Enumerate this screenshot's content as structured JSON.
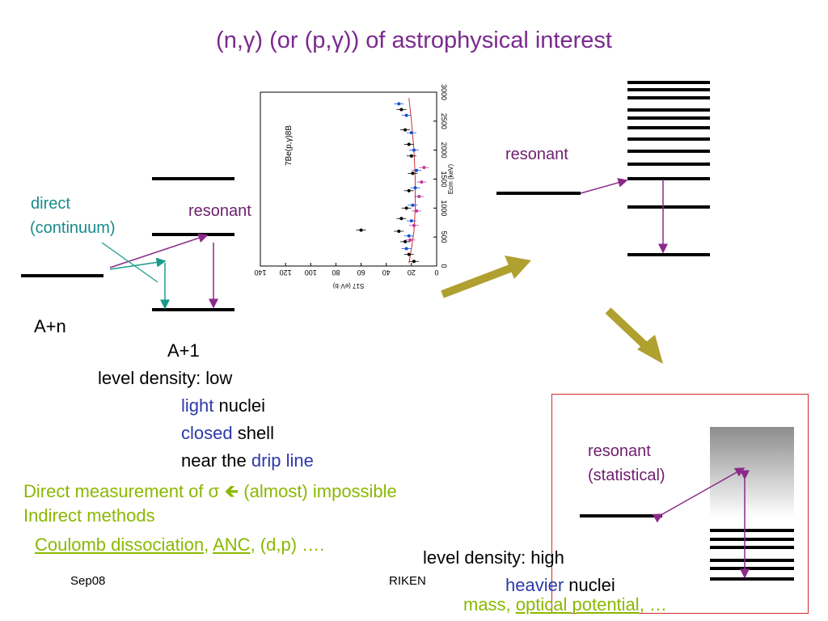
{
  "slide": {
    "title": "(n,γ) (or (p,γ)) of astrophysical interest",
    "left_diagram": {
      "direct_label_line1": "direct",
      "direct_label_line2": "(continuum)",
      "resonant_label": "resonant",
      "a_plus_n": "A+n",
      "a_plus_1": "A+1"
    },
    "light_case": {
      "level_density": "level density: low",
      "line_light_a": "light",
      "line_light_b": " nuclei",
      "line_closed_a": "closed",
      "line_closed_b": " shell",
      "line_drip_a": "near the ",
      "line_drip_b": "drip line"
    },
    "methods": {
      "direct_measurement": "Direct measurement of σ 🡸 (almost) impossible",
      "indirect": "Indirect methods",
      "coulomb": "Coulomb dissociation",
      "sep1": ", ",
      "anc": "ANC",
      "rest": ", (d,p)  …."
    },
    "right_diagram": {
      "resonant_top": "resonant",
      "resonant_box_line1": "resonant",
      "resonant_box_line2": "(statistical)"
    },
    "heavy_case": {
      "level_density": "level density: high",
      "heavier_a": "heavier",
      "heavier_b": " nuclei",
      "mass": "mass, ",
      "optical": "optical potential",
      "ellipsis": ", …"
    },
    "footer": {
      "date": "Sep08",
      "org": "RIKEN"
    }
  },
  "chart_data": {
    "type": "scatter",
    "title": "7Be(p,γ)8B",
    "xlabel": "S17 (eV·b)",
    "ylabel": "Ecm (keV)",
    "xlim": [
      0,
      140
    ],
    "ylim": [
      0,
      3000
    ],
    "x_ticks": [
      "140",
      "120",
      "100",
      "80",
      "60",
      "40",
      "20",
      "0"
    ],
    "y_ticks": [
      "0",
      "500",
      "1000",
      "1500",
      "2000",
      "2500",
      "3000"
    ],
    "series": [
      {
        "color": "#1a4fd6",
        "points": [
          [
            30,
            2800
          ],
          [
            24,
            2600
          ],
          [
            20,
            2300
          ],
          [
            18,
            2000
          ],
          [
            16,
            1650
          ],
          [
            17,
            1350
          ],
          [
            19,
            1050
          ],
          [
            20,
            780
          ],
          [
            22,
            520
          ],
          [
            24,
            300
          ]
        ]
      },
      {
        "color": "#c0389c",
        "points": [
          [
            10,
            1700
          ],
          [
            12,
            1450
          ],
          [
            14,
            1200
          ],
          [
            16,
            950
          ],
          [
            18,
            700
          ],
          [
            21,
            450
          ]
        ]
      },
      {
        "color": "#000000",
        "points": [
          [
            28,
            2700
          ],
          [
            25,
            2350
          ],
          [
            22,
            2100
          ],
          [
            20,
            1900
          ],
          [
            19,
            1600
          ],
          [
            22,
            1300
          ],
          [
            24,
            1000
          ],
          [
            28,
            820
          ],
          [
            60,
            620
          ],
          [
            30,
            600
          ],
          [
            25,
            420
          ],
          [
            22,
            200
          ],
          [
            18,
            80
          ]
        ]
      }
    ],
    "fit_line": {
      "color": "#cc3333",
      "points": [
        [
          22,
          2900
        ],
        [
          20,
          2500
        ],
        [
          18,
          2000
        ],
        [
          17,
          1500
        ],
        [
          17,
          1000
        ],
        [
          18,
          600
        ],
        [
          20,
          300
        ],
        [
          22,
          50
        ]
      ]
    }
  }
}
